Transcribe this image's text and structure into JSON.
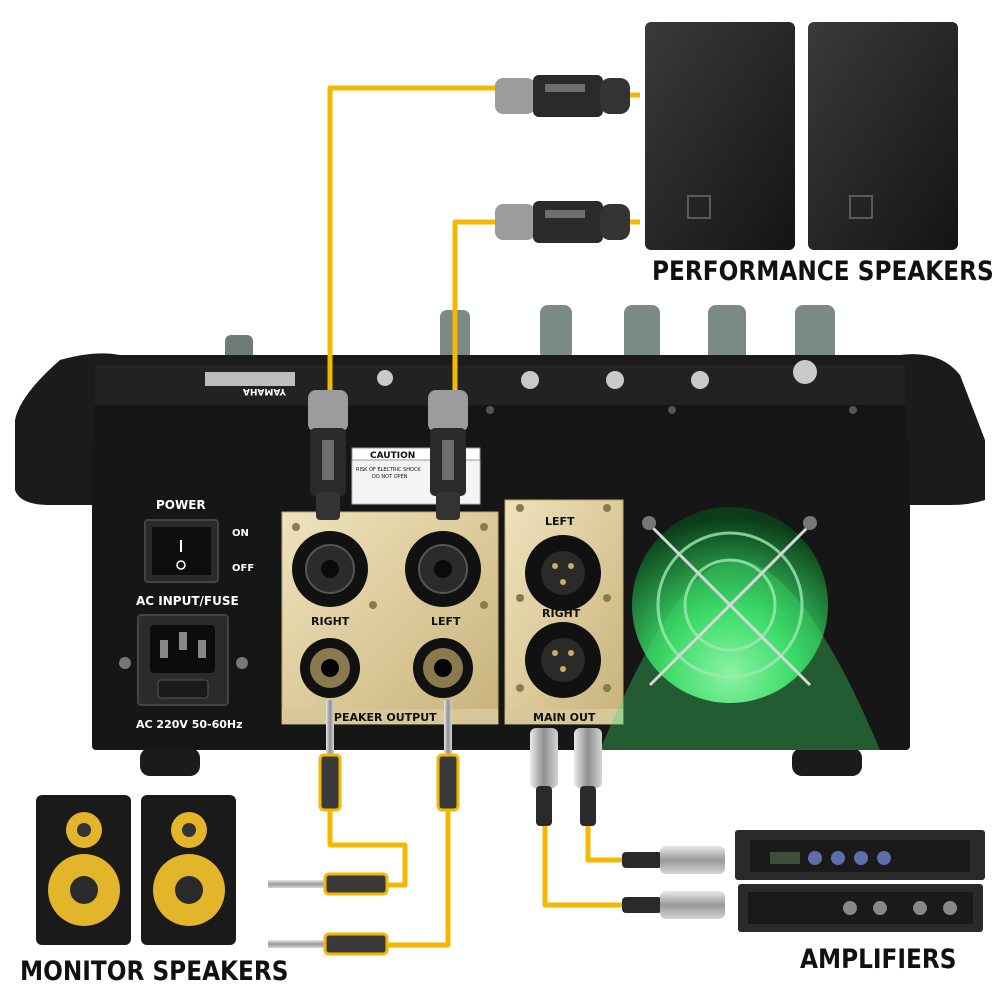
{
  "labels": {
    "performance_speakers": "PERFORMANCE SPEAKERS",
    "monitor_speakers": "MONITOR SPEAKERS",
    "amplifiers": "AMPLIFIERS"
  },
  "panel": {
    "power": "POWER",
    "on": "ON",
    "off": "OFF",
    "ac_input_fuse": "AC INPUT/FUSE",
    "ac_rating": "AC 220V  50-60Hz",
    "right": "RIGHT",
    "left": "LEFT",
    "speaker_output": "SPEAKER OUTPUT",
    "main_left": "LEFT",
    "main_right": "RIGHT",
    "main_out": "MAIN OUT",
    "caution_title": "CAUTION",
    "caution_line1": "RISK OF ELECTRIC SHOCK",
    "caution_line2": "DO NOT OPEN",
    "brand": "YAMAHA"
  },
  "colors": {
    "cable": "#f5b800",
    "mixer_body": "#1b1b1b",
    "panel_gold": "#d8c79a",
    "fan_glow": "#3ddc6a",
    "woofer": "#e3b52a"
  },
  "icons": {
    "speakon_plug": "speakon-plug-icon",
    "jack_plug": "quarter-inch-jack-icon",
    "xlr_plug": "xlr-plug-icon",
    "fan": "fan-icon"
  }
}
